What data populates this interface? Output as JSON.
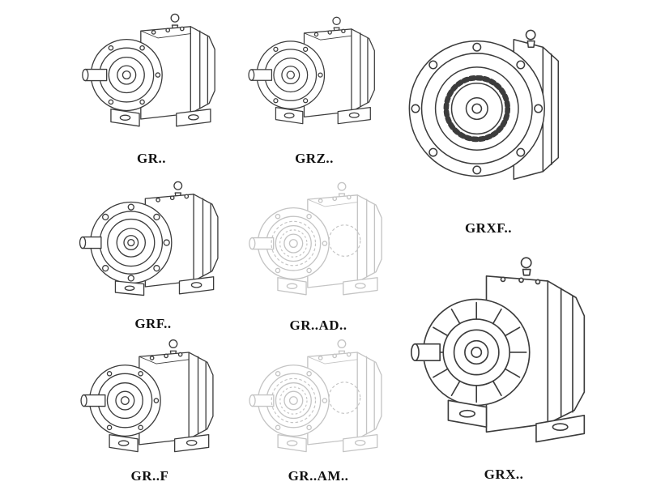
{
  "page": {
    "kind": "gear-reducer-catalog-sheet"
  },
  "colors": {
    "line": "#3c3c3c",
    "phantom_line": "#c4c4c4",
    "label_text": "#111111",
    "background": "#ffffff"
  },
  "products": [
    {
      "label": "GR..",
      "name": "helical-gear-unit-foot-mounted",
      "symbol": "#gb-foot"
    },
    {
      "label": "GRZ..",
      "name": "helical-gear-unit-foot-mounted-z",
      "symbol": "#gb-foot"
    },
    {
      "label": "GRXF..",
      "name": "helical-gear-unit-front-flange",
      "symbol": "#gb-grxf"
    },
    {
      "label": "GRF..",
      "name": "helical-gear-unit-flange-mounted",
      "symbol": "#gb-flange"
    },
    {
      "label": "GR..AD..",
      "name": "helical-gear-unit-ad-phantom-view",
      "symbol": "#gb-phantom"
    },
    {
      "label": "GR..F",
      "name": "helical-gear-unit-foot-mounted-f",
      "symbol": "#gb-foot"
    },
    {
      "label": "GR..AM..",
      "name": "helical-gear-unit-am-phantom-view",
      "symbol": "#gb-phantom"
    },
    {
      "label": "GRX..",
      "name": "helical-gear-unit-grx-foot-mounted",
      "symbol": "#gb-grx"
    }
  ]
}
